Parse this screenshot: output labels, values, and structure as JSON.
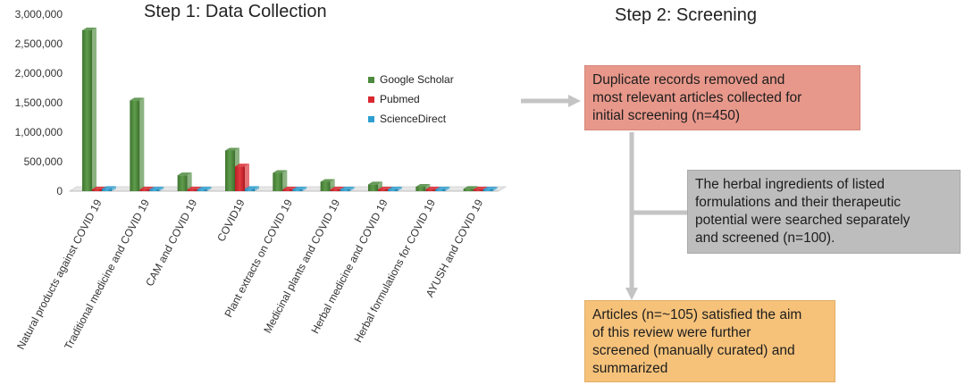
{
  "step1": {
    "title": "Step 1: Data Collection"
  },
  "step2": {
    "title": "Step 2: Screening",
    "box1_lines": [
      "Duplicate records removed and",
      "most relevant articles collected for",
      "initial screening (n=450)"
    ],
    "box2_lines": [
      "The herbal ingredients of listed",
      "formulations and their therapeutic",
      "potential were searched separately",
      "and screened (n=100)."
    ],
    "box3_lines": [
      "Articles (n=~105) satisfied the aim",
      "of this review were further",
      "screened (manually curated) and",
      "summarized"
    ]
  },
  "colors": {
    "google_scholar": "#4e8a3e",
    "pubmed": "#d9282f",
    "sciencedirect": "#2e9fd0",
    "box1": "#e8988b",
    "box2": "#bdbdbd",
    "box3": "#f6c27a",
    "arrow": "#c4c4c4"
  },
  "chart_data": {
    "type": "bar",
    "categories": [
      "Natural products against COVID 19",
      "Traditional medicine and COVID 19",
      "CAM and COVID 19",
      "COVID19",
      "Plant extracts on COVID 19",
      "Medicinal plants and COVID 19",
      "Herbal medicine and COVID 19",
      "Herbal formulations for COVID 19",
      "AYUSH and COVID 19"
    ],
    "series": [
      {
        "name": "Google Scholar",
        "values": [
          2730000,
          1540000,
          270000,
          690000,
          310000,
          160000,
          115000,
          75000,
          40000
        ]
      },
      {
        "name": "Pubmed",
        "values": [
          25000,
          15000,
          12000,
          420000,
          15000,
          12000,
          10000,
          8000,
          6000
        ]
      },
      {
        "name": "ScienceDirect",
        "values": [
          40000,
          30000,
          20000,
          40000,
          20000,
          15000,
          12000,
          10000,
          8000
        ]
      }
    ],
    "yticks": [
      "3,000,000",
      "2,500,000",
      "2,000,000",
      "1,500,000",
      "1,000,000",
      "500,000",
      "0"
    ],
    "ylim": [
      0,
      3000000
    ],
    "legend_position": "right",
    "grid": false
  }
}
